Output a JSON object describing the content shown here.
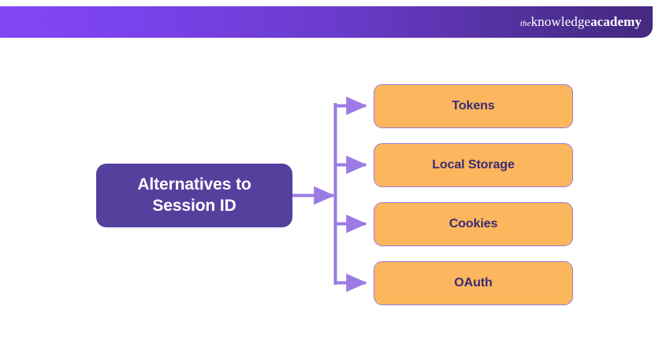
{
  "header": {
    "brand": {
      "the": "the",
      "knowledge": "knowledge",
      "academy": "academy"
    },
    "gradient_start": "#8247F5",
    "gradient_end": "#45297F"
  },
  "diagram": {
    "type": "horizontal-tree",
    "root": {
      "label": "Alternatives to\nSession ID",
      "fill": "#55409E",
      "text_color": "#FFFFFF"
    },
    "branches": [
      {
        "label": "Tokens"
      },
      {
        "label": "Local Storage"
      },
      {
        "label": "Cookies"
      },
      {
        "label": "OAuth"
      }
    ],
    "branch_fill": "#FBB65E",
    "branch_border": "#9C7BD6",
    "branch_text_color": "#3B2B73",
    "connector_color": "#9B7BE3"
  }
}
